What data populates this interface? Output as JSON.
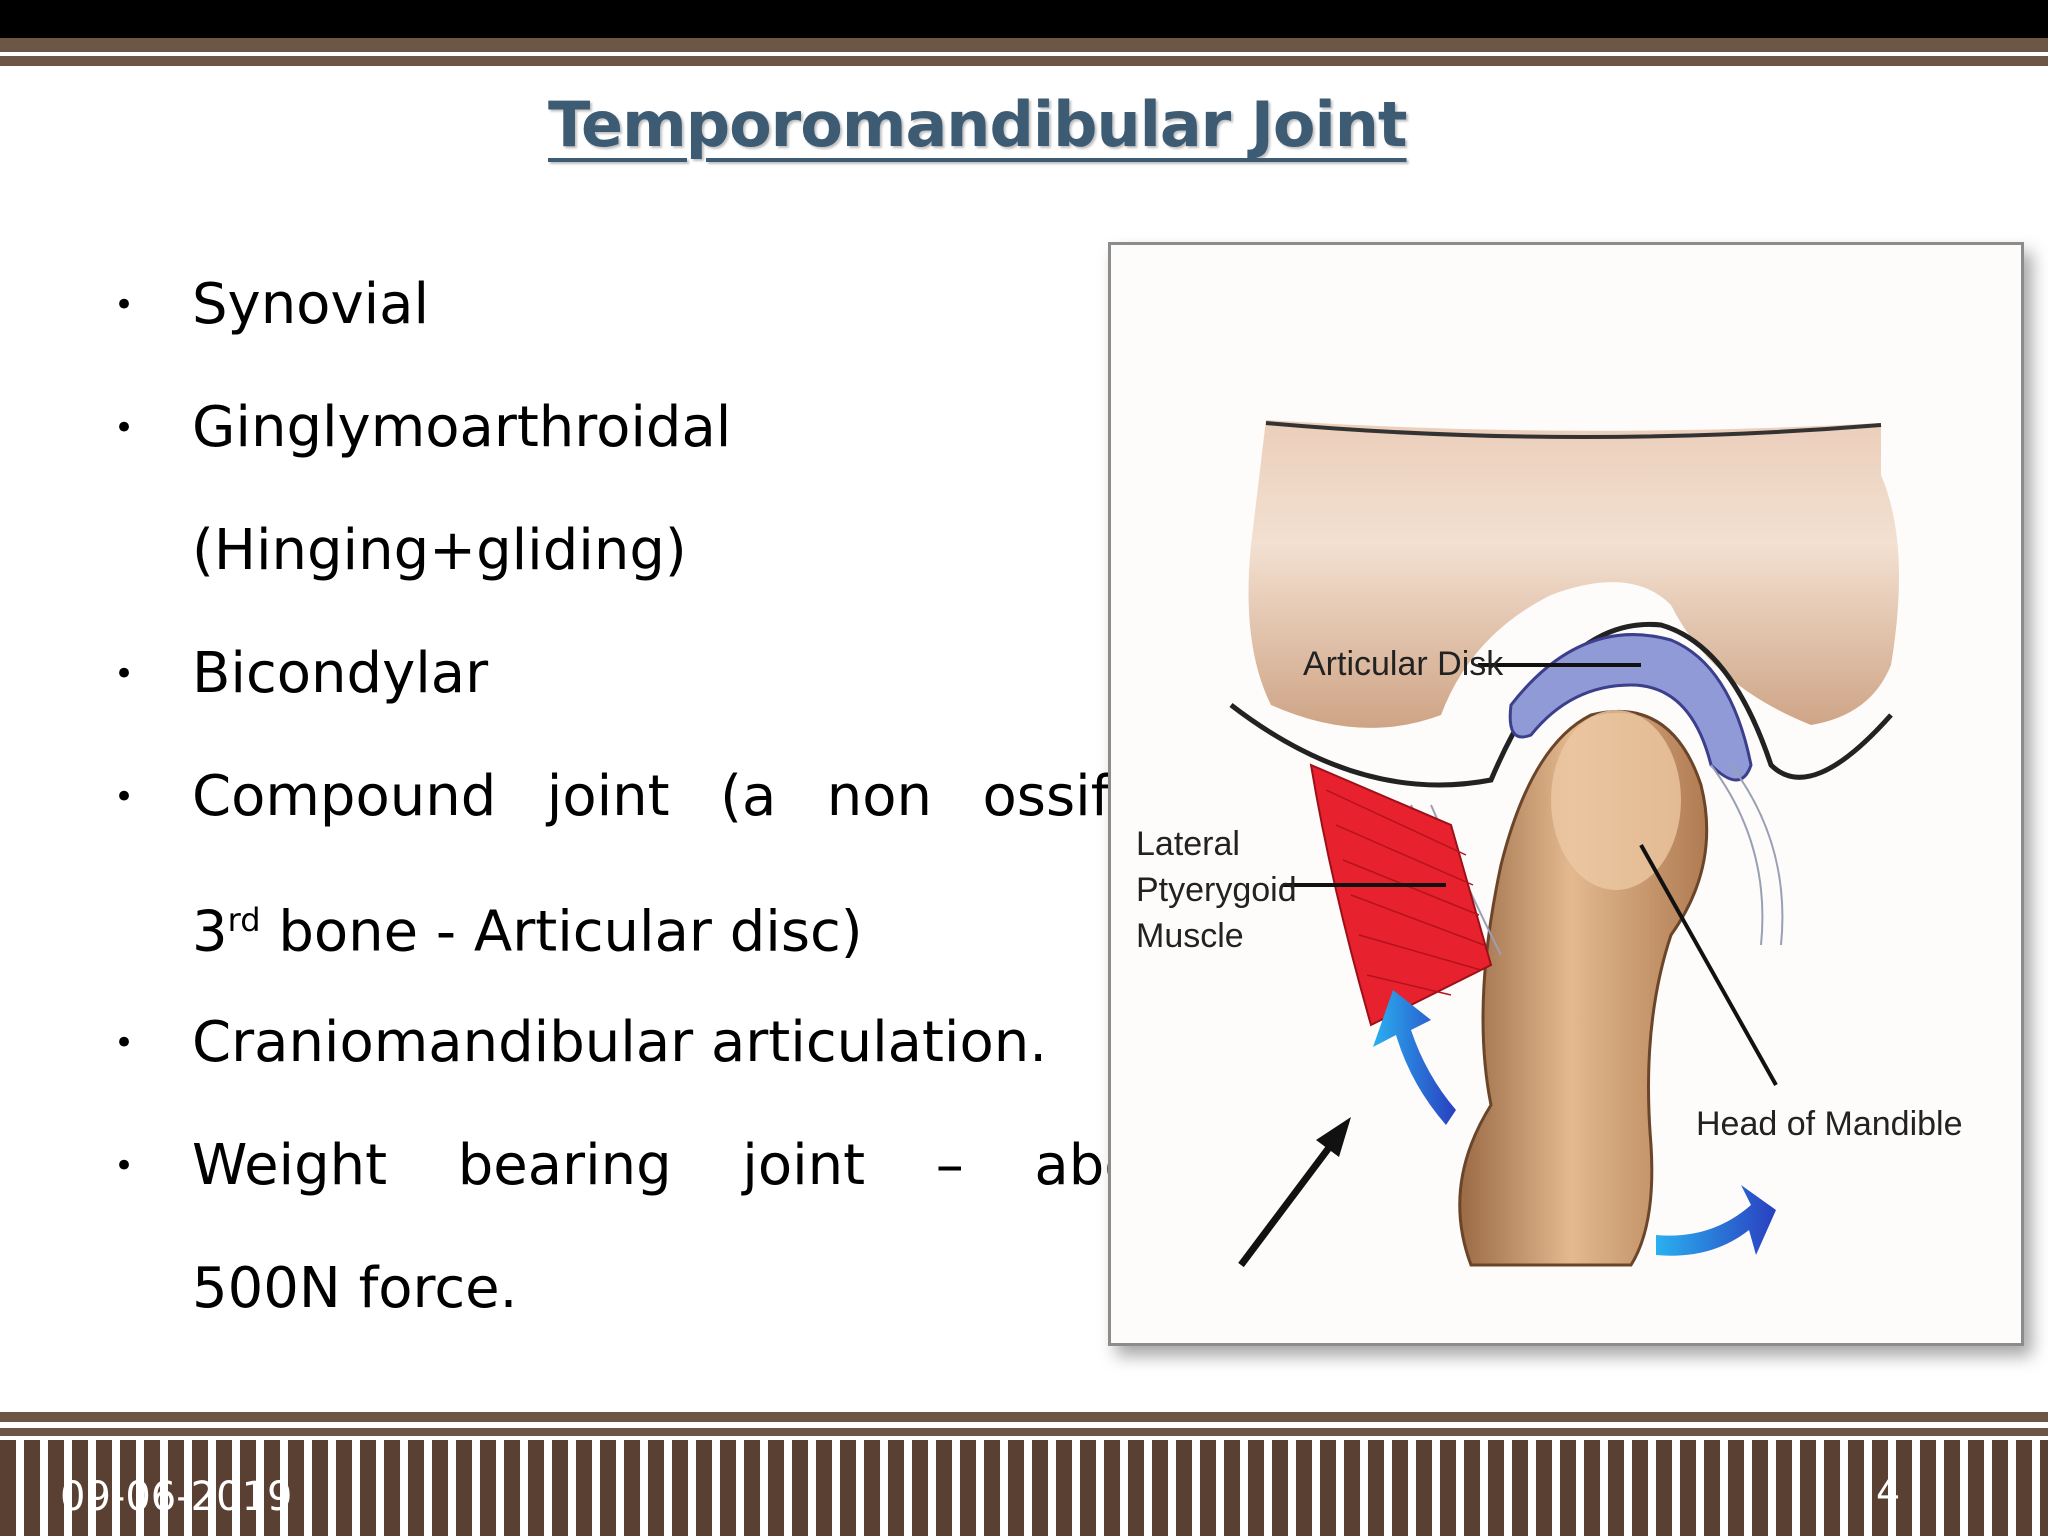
{
  "title": "Temporomandibular Joint",
  "bullets": [
    {
      "text": "Synovial"
    },
    {
      "text": "Ginglymoarthroidal"
    },
    {
      "text": "(Hinging+gliding)"
    },
    {
      "text": "Bicondylar"
    },
    {
      "words": [
        "Compound",
        "joint",
        "(a",
        "non",
        "ossified"
      ]
    },
    {
      "prefix": "3",
      "sup": "rd",
      "suffix": " bone - Articular disc)"
    },
    {
      "text": "Craniomandibular articulation."
    },
    {
      "words": [
        "Weight",
        "bearing",
        "joint",
        "–",
        "about"
      ]
    },
    {
      "text": "500N force."
    }
  ],
  "bullet_symbol": "•",
  "figure": {
    "labels": {
      "articular_disk": "Articular Disk",
      "lateral_pterygoid_1": "Lateral",
      "lateral_pterygoid_2": "Ptyerygoid",
      "lateral_pterygoid_3": "Muscle",
      "head_of_mandible": "Head of Mandible"
    }
  },
  "footer": {
    "date": "09-06-2019",
    "page": "4"
  },
  "colors": {
    "title": "#3d5b73",
    "stripe": "#6e5647",
    "muscle": "#e8212e",
    "disk": "#8f9ad6",
    "bone": "#d9a77c",
    "arrow_blue": "#2a4fd0"
  }
}
